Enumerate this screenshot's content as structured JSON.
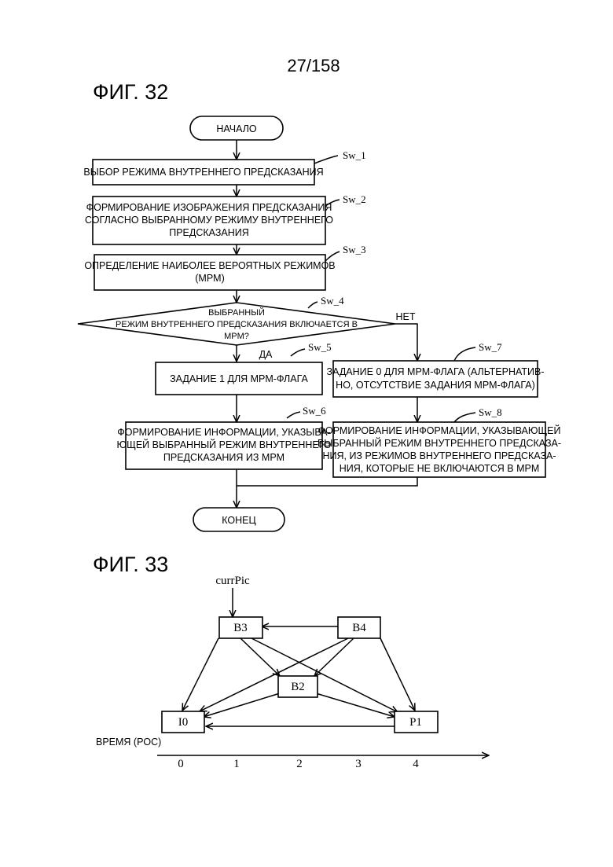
{
  "page_number": "27/158",
  "fig32": {
    "title": "ФИГ. 32",
    "start": "НАЧАЛО",
    "end": "КОНЕЦ",
    "steps": {
      "sw1": {
        "id": "Sw_1",
        "lines": [
          "ВЫБОР РЕЖИМА ВНУТРЕННЕГО ПРЕДСКАЗАНИЯ"
        ]
      },
      "sw2": {
        "id": "Sw_2",
        "lines": [
          "ФОРМИРОВАНИЕ ИЗОБРАЖЕНИЯ ПРЕДСКАЗАНИЯ",
          "СОГЛАСНО ВЫБРАННОМУ РЕЖИМУ ВНУТРЕННЕГО",
          "ПРЕДСКАЗАНИЯ"
        ]
      },
      "sw3": {
        "id": "Sw_3",
        "lines": [
          "ОПРЕДЕЛЕНИЕ НАИБОЛЕЕ ВЕРОЯТНЫХ РЕЖИМОВ",
          "(MPM)"
        ]
      },
      "sw4": {
        "id": "Sw_4",
        "lines": [
          "ВЫБРАННЫЙ",
          "РЕЖИМ ВНУТРЕННЕГО ПРЕДСКАЗАНИЯ ВКЛЮЧАЕТСЯ В",
          "MPM?"
        ]
      },
      "sw5": {
        "id": "Sw_5",
        "lines": [
          "ЗАДАНИЕ 1 ДЛЯ MPM-ФЛАГА"
        ]
      },
      "sw6": {
        "id": "Sw_6",
        "lines": [
          "ФОРМИРОВАНИЕ ИНФОРМАЦИИ, УКАЗЫВА-",
          "ЮЩЕЙ ВЫБРАННЫЙ РЕЖИМ ВНУТРЕННЕГО",
          "ПРЕДСКАЗАНИЯ ИЗ MPM"
        ]
      },
      "sw7": {
        "id": "Sw_7",
        "lines": [
          "ЗАДАНИЕ 0 ДЛЯ MPM-ФЛАГА (АЛЬТЕРНАТИВ-",
          "НО, ОТСУТСТВИЕ ЗАДАНИЯ MPM-ФЛАГА)"
        ]
      },
      "sw8": {
        "id": "Sw_8",
        "lines": [
          "ФОРМИРОВАНИЕ ИНФОРМАЦИИ, УКАЗЫВАЮЩЕЙ",
          "ВЫБРАННЫЙ РЕЖИМ ВНУТРЕННЕГО ПРЕДСКАЗА-",
          "НИЯ, ИЗ РЕЖИМОВ ВНУТРЕННЕГО ПРЕДСКАЗА-",
          "НИЯ, КОТОРЫЕ НЕ ВКЛЮЧАЮТСЯ В MPM"
        ]
      }
    },
    "yes": "ДА",
    "no": "НЕТ"
  },
  "fig33": {
    "title": "ФИГ. 33",
    "curr_pic": "currPic",
    "nodes": {
      "b3": "B3",
      "b4": "B4",
      "b2": "B2",
      "i0": "I0",
      "p1": "P1"
    },
    "axis_label": "ВРЕМЯ (POC)",
    "ticks": [
      "0",
      "1",
      "2",
      "3",
      "4"
    ]
  }
}
